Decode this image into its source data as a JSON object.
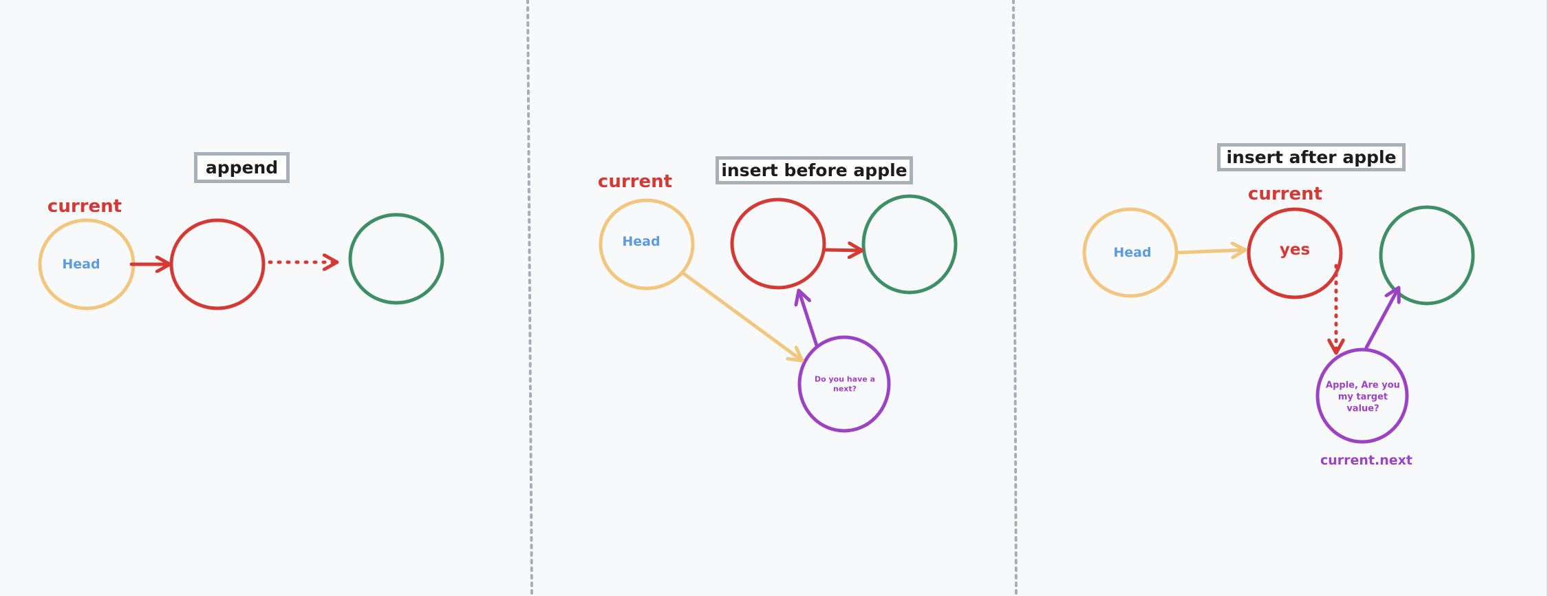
{
  "panels": [
    {
      "title": "append",
      "current_label": "current",
      "head_label": "Head"
    },
    {
      "title": "insert before apple",
      "current_label": "current",
      "head_label": "Head",
      "new_node_text": "Do you have a next?"
    },
    {
      "title": "insert after apple",
      "current_label": "current",
      "head_label": "Head",
      "target_node_text": "yes",
      "new_node_text": "Apple, Are you my target value?",
      "next_label": "current.next"
    }
  ],
  "colors": {
    "background": "#f8f9fb",
    "head_node": "#f3c680",
    "current_node": "#d33a36",
    "next_node": "#3f8f66",
    "new_node": "#9b43c2",
    "head_text": "#5b9be0",
    "title_border": "#a9b0b8",
    "divider": "#a9adb3"
  }
}
